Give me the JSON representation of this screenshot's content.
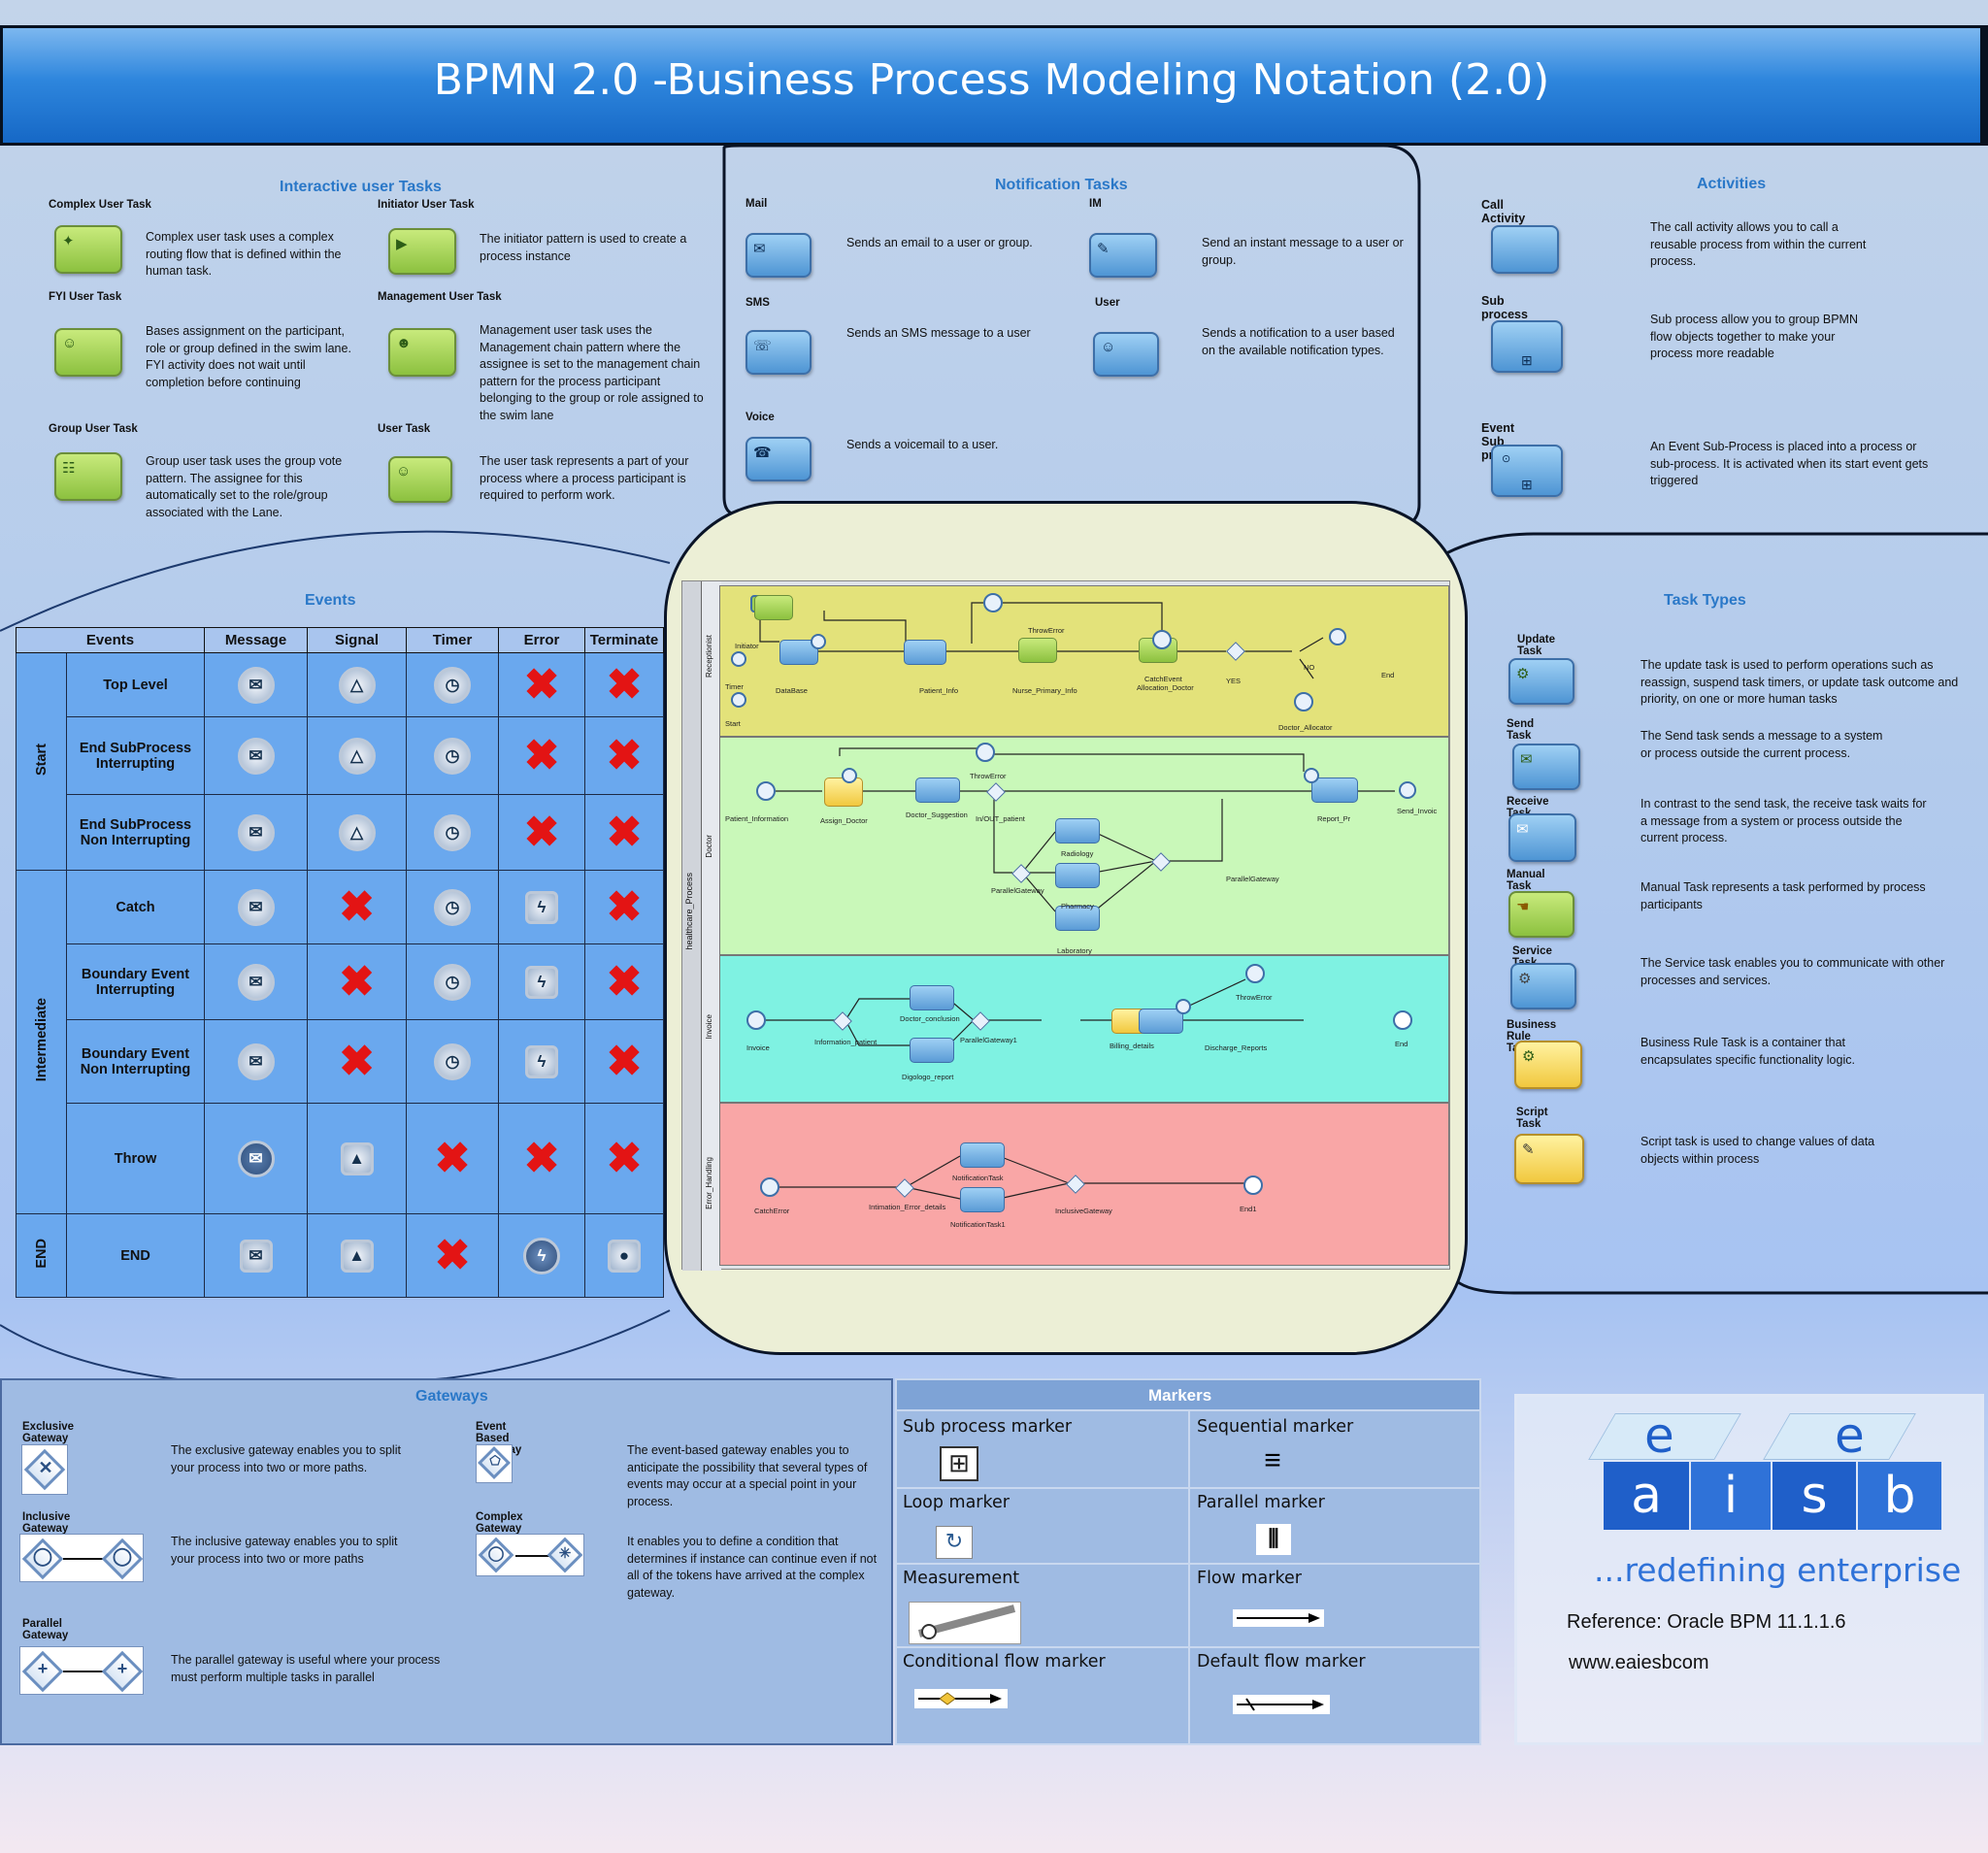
{
  "title": "BPMN 2.0 -Business Process Modeling Notation (2.0)",
  "interactive": {
    "title": "Interactive user Tasks",
    "items": [
      {
        "label": "Complex User  Task",
        "desc": "Complex user task uses a complex routing flow that is defined within  the human task."
      },
      {
        "label": "Initiator User Task",
        "desc": "The initiator pattern is used to create a process instance"
      },
      {
        "label": "FYI User Task",
        "desc": "Bases assignment on the participant, role or group defined in the swim lane. FYI activity does not wait until completion before continuing"
      },
      {
        "label": "Management User Task",
        "desc": "Management user task uses the Management chain pattern where the assignee is set to the management chain pattern for the process participant belonging to the group or role assigned to the swim lane"
      },
      {
        "label": "Group User Task",
        "desc": "Group user task uses the group vote  pattern. The assignee for this automatically set to the role/group associated with the Lane."
      },
      {
        "label": "User Task",
        "desc": "The user task represents a part of your process where a process participant is required to perform work."
      }
    ]
  },
  "notification": {
    "title": "Notification Tasks",
    "items": [
      {
        "label": "Mail",
        "desc": "Sends an email to a user or group."
      },
      {
        "label": "IM",
        "desc": "Send an instant message to a user or group."
      },
      {
        "label": "SMS",
        "desc": "Sends an SMS message to a user"
      },
      {
        "label": "User",
        "desc": "Sends a notification to a user based on the available notification types."
      },
      {
        "label": "Voice",
        "desc": "Sends a voicemail to a user."
      }
    ]
  },
  "activities": {
    "title": "Activities",
    "items": [
      {
        "label": "Call Activity",
        "desc": "The call activity allows you to call a reusable process from within  the current process."
      },
      {
        "label": "Sub process",
        "desc": "Sub process allow you to group BPMN flow objects together to make your process more readable"
      },
      {
        "label": "Event Sub process",
        "desc": "An Event Sub-Process  is placed into a process or sub-process. It is  activated when its start event gets triggered"
      }
    ]
  },
  "events": {
    "title": "Events",
    "headers": [
      "Events",
      "Message",
      "Signal",
      "Timer",
      "Error",
      "Terminate"
    ],
    "groups": [
      "Start",
      "Intermediate",
      "END"
    ],
    "rows": [
      "Top Level",
      "End SubProcess Interrupting",
      "End SubProcess Non Interrupting",
      "Catch",
      "Boundary Event Interrupting",
      "Boundary Event Non Interrupting",
      "Throw",
      "END"
    ]
  },
  "diagram": {
    "lanes": [
      "Receptionist",
      "Doctor",
      "Invoice",
      "Error_Handling"
    ],
    "pool": "healthcare_Process",
    "labels": [
      "Initiator",
      "Timer",
      "Start",
      "DataBase",
      "Patient_Info",
      "ThrowError",
      "Nurse_Primary_Info",
      "CatchEvent",
      "Allocation_Doctor",
      "YES",
      "NO",
      "End",
      "Doctor_Allocator",
      "Patient_Information",
      "Assign_Doctor",
      "Doctor_Suggestion",
      "In/OUT_patient",
      "ThrowError",
      "Report_Pr",
      "Send_Invoic",
      "Radiology",
      "ParallelGateway",
      "Pharmacy",
      "ParallelGateway",
      "Laboratory",
      "Invoice",
      "Information_patient",
      "Doctor_conclusion",
      "ParallelGateway1",
      "Billing_details",
      "Discharge_Reports",
      "ThrowError",
      "End",
      "Digologo_report",
      "CatchError",
      "Intimation_Error_details",
      "NotificationTask",
      "InclusiveGateway",
      "NotificationTask1",
      "End1"
    ]
  },
  "tasktypes": {
    "title": "Task Types",
    "items": [
      {
        "label": "Update Task",
        "desc": "The update task is used to perform operations such as reassign, suspend task timers, or update task outcome and priority, on one or more human tasks"
      },
      {
        "label": "Send Task",
        "desc": "The Send task sends a message to a system or process outside the current process."
      },
      {
        "label": "Receive Task",
        "desc": "In contrast to the send task, the receive task waits for a message from a system or process outside the current process."
      },
      {
        "label": "Manual Task",
        "desc": "Manual Task represents a task performed by process participants"
      },
      {
        "label": "Service Task",
        "desc": "The Service task enables you to communicate with other processes and services."
      },
      {
        "label": "Business Rule Task",
        "desc": "Business Rule Task is a container that encapsulates specific functionality logic."
      },
      {
        "label": "Script Task",
        "desc": "Script task is used to change values of data objects within process"
      }
    ]
  },
  "gateways": {
    "title": "Gateways",
    "items": [
      {
        "label": "Exclusive Gateway",
        "desc": "The exclusive gateway enables you to split your process into two or more paths."
      },
      {
        "label": "Event Based Gateway",
        "desc": "The event-based gateway enables you to anticipate the possibility that several types of events may occur at a special point in your process."
      },
      {
        "label": "Inclusive Gateway",
        "desc": "The inclusive gateway enables you to split your process into two or more paths"
      },
      {
        "label": "Complex Gateway",
        "desc": "It enables you to define a condition that determines if instance can continue even if not all of the tokens have arrived at the complex gateway."
      },
      {
        "label": "Parallel Gateway",
        "desc": "The parallel gateway is useful where  your process must perform multiple tasks in parallel"
      }
    ]
  },
  "markers": {
    "title": "Markers",
    "items": [
      "Sub process marker",
      "Sequential marker",
      "Loop marker",
      "Parallel marker",
      "Measurement",
      "Flow marker",
      "Conditional flow marker",
      "Default flow marker"
    ]
  },
  "logo": {
    "letters_top": [
      "e",
      "e"
    ],
    "letters_bottom": [
      "a",
      "i",
      "s",
      "b"
    ],
    "tagline": "...redefining enterprise",
    "reference": "Reference: Oracle BPM 11.1.1.6",
    "site": "www.eaiesbcom"
  },
  "colors": {
    "title_bar": "#1f78d6",
    "section_title": "#2a78c8",
    "lane_receptionist": "#e3e27a",
    "lane_doctor": "#c9f8b9",
    "lane_invoice": "#7ff2e2",
    "lane_error": "#f9a6a6",
    "logo_blue": "#1f5fc9"
  }
}
